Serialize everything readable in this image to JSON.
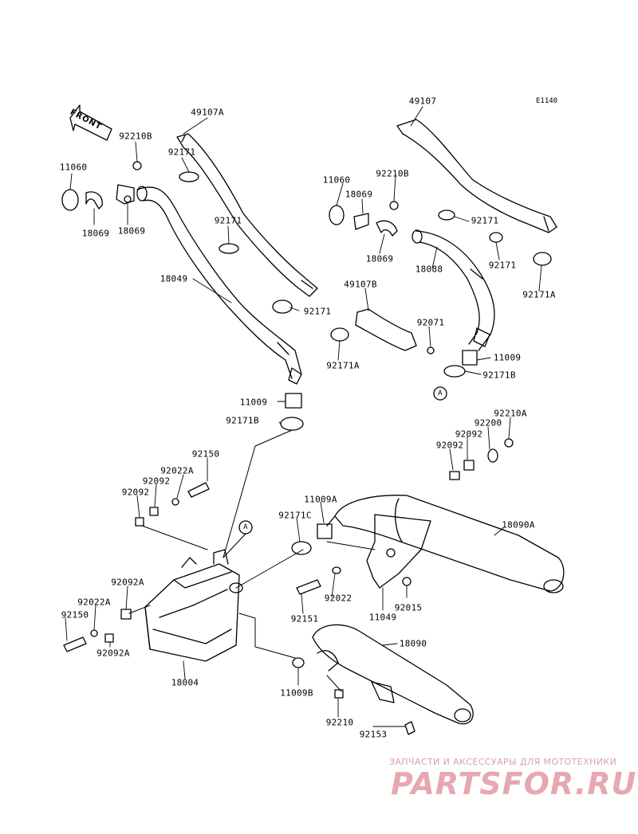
{
  "diagram_code": "E1140",
  "front_label": "FRONT",
  "callout_a": "A",
  "watermark": {
    "caption": "ЗАПЧАСТИ И АКСЕССУАРЫ ДЛЯ МОТОТЕХНИКИ",
    "brand": "PARTSFOR.RU"
  },
  "part_labels": [
    "49107A",
    "92210B",
    "92171",
    "11060",
    "18069",
    "18069",
    "92171",
    "18049",
    "92171",
    "49107",
    "11060",
    "92210B",
    "18069",
    "92171",
    "18069",
    "18088",
    "92171",
    "92171A",
    "49107B",
    "92071",
    "92171A",
    "11009",
    "92171B",
    "11009",
    "92171B",
    "92150",
    "92022A",
    "92092",
    "92092",
    "92210A",
    "92200",
    "92092",
    "92092",
    "11009A",
    "92171C",
    "18090A",
    "92092A",
    "92022A",
    "92150",
    "92092A",
    "18004",
    "92022",
    "92151",
    "11049",
    "92015",
    "18090",
    "11009B",
    "92210",
    "92153"
  ]
}
